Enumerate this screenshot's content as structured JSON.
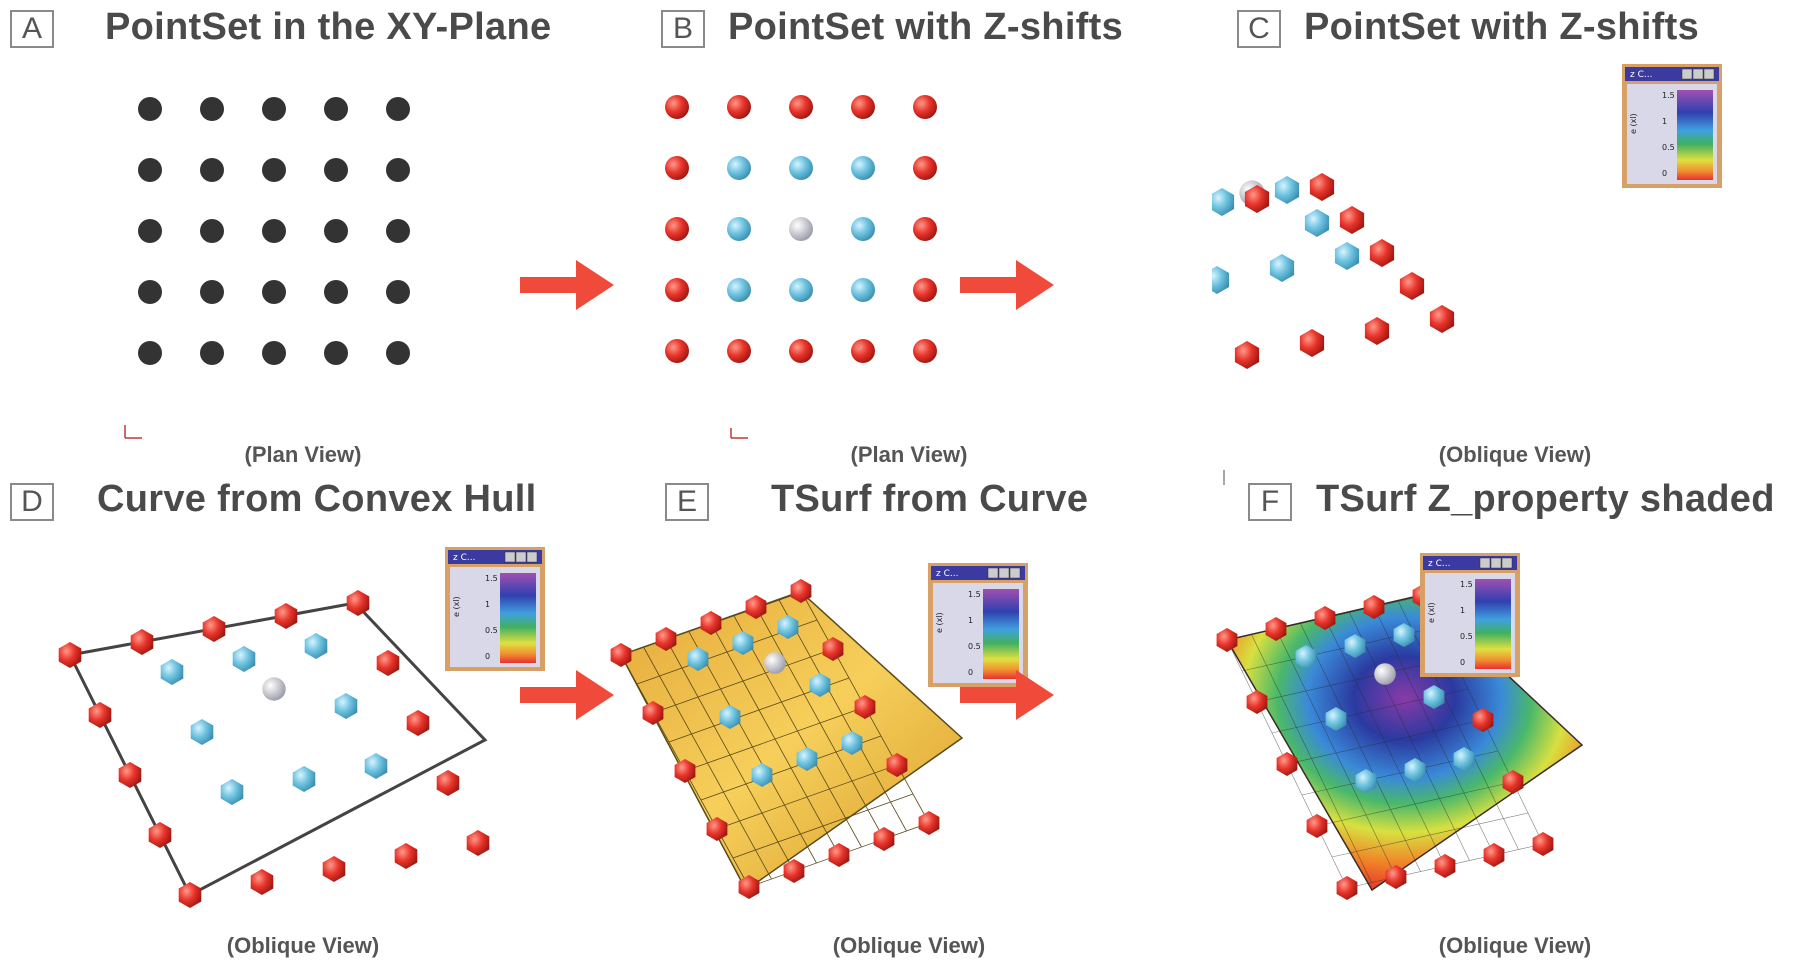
{
  "panels": [
    {
      "letter": "A",
      "title": "PointSet in the XY-Plane",
      "caption": "(Plan View)"
    },
    {
      "letter": "B",
      "title": "PointSet with Z-shifts",
      "caption": "(Plan View)"
    },
    {
      "letter": "C",
      "title": "PointSet with Z-shifts",
      "caption": "(Oblique View)"
    },
    {
      "letter": "D",
      "title": "Curve from Convex Hull",
      "caption": "(Oblique View)"
    },
    {
      "letter": "E",
      "title": "TSurf from Curve",
      "caption": "(Oblique View)"
    },
    {
      "letter": "F",
      "title": "TSurf Z_property shaded",
      "caption": "(Oblique View)"
    }
  ],
  "legend": {
    "window_title": "z C...",
    "ticks": [
      "0",
      "0.5",
      "1",
      "1.5"
    ],
    "label": "e (xl)"
  },
  "colors": {
    "point_flat": "#333333",
    "point_edge": "#e8352c",
    "point_raised": "#6ec3e0",
    "point_top": "#dcdcdc",
    "surface": "#f3c14a",
    "arrow": "#ef4a3a",
    "legend_frame": "#d7a066"
  },
  "icons": [
    "arrow-right-icon",
    "axis-triad-icon",
    "window-minimize-icon",
    "window-maximize-icon",
    "window-close-icon"
  ]
}
